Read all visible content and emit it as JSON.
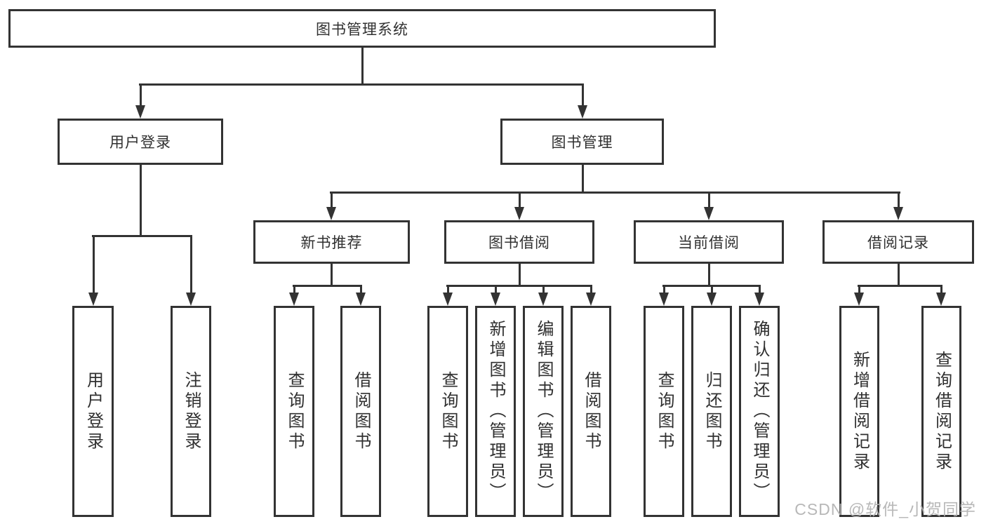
{
  "diagram": {
    "root": {
      "label": "图书管理系统"
    },
    "branches": [
      {
        "label": "用户登录",
        "children": [
          "用户登录",
          "注销登录"
        ]
      },
      {
        "label": "图书管理",
        "children": [
          {
            "label": "新书推荐",
            "children": [
              "查询图书",
              "借阅图书"
            ]
          },
          {
            "label": "图书借阅",
            "children": [
              "查询图书",
              "新增图书（管理员）",
              "编辑图书（管理员）",
              "借阅图书"
            ]
          },
          {
            "label": "当前借阅",
            "children": [
              "查询图书",
              "归还图书",
              "确认归还（管理员）"
            ]
          },
          {
            "label": "借阅记录",
            "children": [
              "新增借阅记录",
              "查询借阅记录"
            ]
          }
        ]
      }
    ],
    "colors": {
      "line": "#333333",
      "text": "#303030",
      "background": "#ffffff",
      "watermark": "#b2b2b2"
    },
    "watermark": "CSDN @软件_小贺同学"
  }
}
